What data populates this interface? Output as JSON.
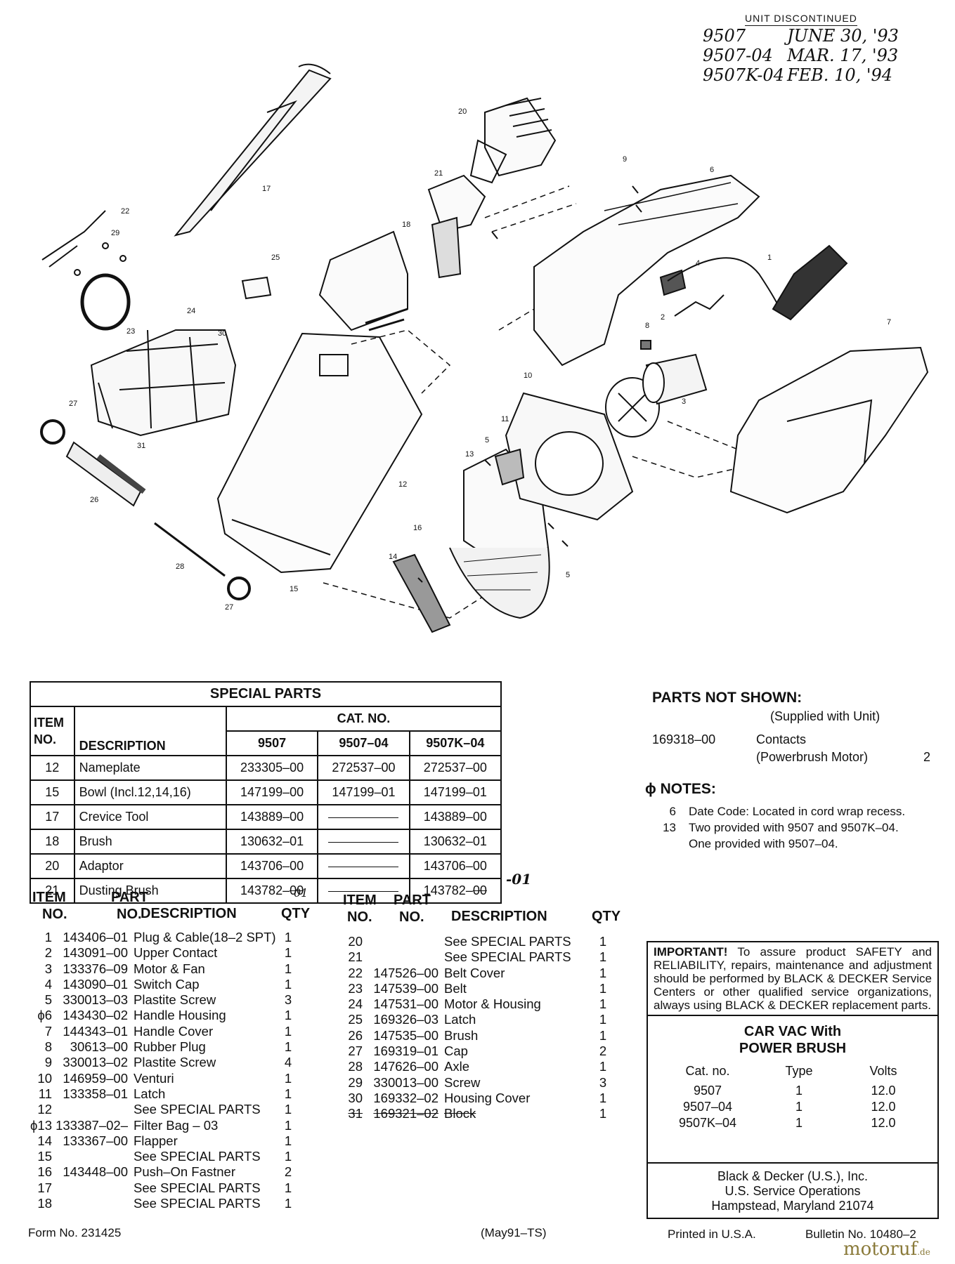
{
  "discontinued": {
    "title": "UNIT DISCONTINUED",
    "lines": [
      {
        "model": "9507",
        "date": "JUNE 30, '93"
      },
      {
        "model": "9507-04",
        "date": "MAR. 17, '93"
      },
      {
        "model": "9507K-04",
        "date": "FEB. 10, '94"
      }
    ]
  },
  "diagram": {
    "callouts": [
      "1",
      "2",
      "3",
      "4",
      "5",
      "5",
      "6",
      "7",
      "8",
      "9",
      "10",
      "11",
      "12",
      "13",
      "14",
      "15",
      "16",
      "17",
      "18",
      "20",
      "21",
      "22",
      "23",
      "24",
      "25",
      "26",
      "27",
      "27",
      "28",
      "29",
      "30",
      "31"
    ]
  },
  "special_parts": {
    "title": "SPECIAL PARTS",
    "item_header_1": "ITEM",
    "item_header_2": "NO.",
    "desc_header": "DESCRIPTION",
    "cat_header": "CAT. NO.",
    "models": [
      "9507",
      "9507–04",
      "9507K–04"
    ],
    "rows": [
      {
        "item": "12",
        "desc": "Nameplate",
        "c1": "233305–00",
        "c2": "272537–00",
        "c3": "272537–00"
      },
      {
        "item": "15",
        "desc": "Bowl (Incl.12,14,16)",
        "c1": "147199–00",
        "c2": "147199–01",
        "c3": "147199–01"
      },
      {
        "item": "17",
        "desc": "Crevice Tool",
        "c1": "143889–00",
        "c2": "",
        "c3": "143889–00"
      },
      {
        "item": "18",
        "desc": "Brush",
        "c1": "130632–01",
        "c2": "",
        "c3": "130632–01"
      },
      {
        "item": "20",
        "desc": "Adaptor",
        "c1": "143706–00",
        "c2": "",
        "c3": "143706–00"
      },
      {
        "item": "21",
        "desc": "Dusting Brush",
        "c1": "143782–",
        "c1_strike": "00",
        "c2": "",
        "c3": "143782–",
        "c3_strike": "00"
      }
    ],
    "hand_note_1": "01",
    "hand_note_2": "-01"
  },
  "parts_list_headers": {
    "item": "ITEM",
    "no": "NO.",
    "part": "PART",
    "part_no": "NO.",
    "description": "DESCRIPTION",
    "qty": "QTY"
  },
  "parts_left": [
    {
      "no": "1",
      "part": "143406–01",
      "desc": "Plug & Cable(18–2 SPT)",
      "qty": "1"
    },
    {
      "no": "2",
      "part": "143091–00",
      "desc": "Upper Contact",
      "qty": "1"
    },
    {
      "no": "3",
      "part": "133376–09",
      "desc": "Motor & Fan",
      "qty": "1"
    },
    {
      "no": "4",
      "part": "143090–01",
      "desc": "Switch Cap",
      "qty": "1"
    },
    {
      "no": "5",
      "part": "330013–03",
      "desc": "Plastite Screw",
      "qty": "3"
    },
    {
      "no": "ϕ6",
      "part": "143430–02",
      "desc": "Handle Housing",
      "qty": "1"
    },
    {
      "no": "7",
      "part": "144343–01",
      "desc": "Handle Cover",
      "qty": "1"
    },
    {
      "no": "8",
      "part": "30613–00",
      "desc": "Rubber Plug",
      "qty": "1"
    },
    {
      "no": "9",
      "part": "330013–02",
      "desc": "Plastite Screw",
      "qty": "4"
    },
    {
      "no": "10",
      "part": "146959–00",
      "desc": "Venturi",
      "qty": "1"
    },
    {
      "no": "11",
      "part": "133358–01",
      "desc": "Latch",
      "qty": "1"
    },
    {
      "no": "12",
      "part": "",
      "desc": "See SPECIAL PARTS",
      "qty": "1"
    },
    {
      "no": "ϕ13",
      "part": "133387–02–",
      "desc": "Filter Bag – 03",
      "qty": "1"
    },
    {
      "no": "14",
      "part": "133367–00",
      "desc": "Flapper",
      "qty": "1"
    },
    {
      "no": "15",
      "part": "",
      "desc": "See SPECIAL PARTS",
      "qty": "1"
    },
    {
      "no": "16",
      "part": "143448–00",
      "desc": "Push–On Fastner",
      "qty": "2"
    },
    {
      "no": "17",
      "part": "",
      "desc": "See SPECIAL PARTS",
      "qty": "1"
    },
    {
      "no": "18",
      "part": "",
      "desc": "See SPECIAL PARTS",
      "qty": "1"
    }
  ],
  "parts_right": [
    {
      "no": "20",
      "part": "",
      "desc": "See SPECIAL PARTS",
      "qty": "1"
    },
    {
      "no": "21",
      "part": "",
      "desc": "See SPECIAL PARTS",
      "qty": "1"
    },
    {
      "no": "22",
      "part": "147526–00",
      "desc": "Belt Cover",
      "qty": "1"
    },
    {
      "no": "23",
      "part": "147539–00",
      "desc": "Belt",
      "qty": "1"
    },
    {
      "no": "24",
      "part": "147531–00",
      "desc": "Motor & Housing",
      "qty": "1"
    },
    {
      "no": "25",
      "part": "169326–03",
      "desc": "Latch",
      "qty": "1"
    },
    {
      "no": "26",
      "part": "147535–00",
      "desc": "Brush",
      "qty": "1"
    },
    {
      "no": "27",
      "part": "169319–01",
      "desc": "Cap",
      "qty": "2"
    },
    {
      "no": "28",
      "part": "147626–00",
      "desc": "Axle",
      "qty": "1"
    },
    {
      "no": "29",
      "part": "330013–00",
      "desc": "Screw",
      "qty": "3"
    },
    {
      "no": "30",
      "part": "169332–02",
      "desc": "Housing Cover",
      "qty": "1"
    },
    {
      "no": "31",
      "part": "169321–02",
      "desc": "Block",
      "qty": "1",
      "struck": true
    }
  ],
  "parts_not_shown": {
    "title": "PARTS NOT SHOWN:",
    "subtitle": "(Supplied with Unit)",
    "part": "169318–00",
    "desc1": "Contacts",
    "desc2": "(Powerbrush Motor)",
    "qty": "2"
  },
  "notes": {
    "title": "ϕ NOTES:",
    "items": [
      {
        "no": "6",
        "text": "Date Code: Located in cord wrap recess."
      },
      {
        "no": "13",
        "text": "Two provided with 9507 and 9507K–04."
      },
      {
        "no": "",
        "text": "One provided with 9507–04."
      }
    ]
  },
  "important": {
    "lead": "IMPORTANT!",
    "text": " To assure product SAFETY and RELIABILITY, repairs, maintenance and adjustment should be performed by BLACK & DECKER Service Centers or other qualified service organizations, always using BLACK & DECKER replacement parts."
  },
  "product": {
    "title1": "CAR VAC With",
    "title2": "POWER BRUSH",
    "headers": [
      "Cat. no.",
      "Type",
      "Volts"
    ],
    "rows": [
      [
        "9507",
        "1",
        "12.0"
      ],
      [
        "9507–04",
        "1",
        "12.0"
      ],
      [
        "9507K–04",
        "1",
        "12.0"
      ]
    ]
  },
  "company": {
    "line1": "Black & Decker (U.S.), Inc.",
    "line2": "U.S. Service Operations",
    "line3": "Hampstead, Maryland 21074"
  },
  "footer": {
    "form": "Form No. 231425",
    "date": "(May91–TS)",
    "printed": "Printed in U.S.A.",
    "bulletin": "Bulletin No.  10480–2",
    "watermark": "motoruf",
    "watermark_tld": ".de"
  }
}
